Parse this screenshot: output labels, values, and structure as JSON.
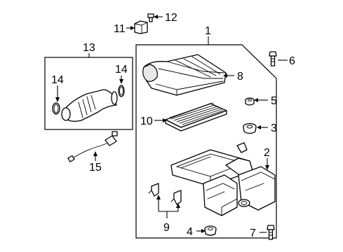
{
  "callouts": {
    "c1": "1",
    "c2": "2",
    "c3": "3",
    "c4": "4",
    "c5": "5",
    "c6": "6",
    "c7": "7",
    "c8": "8",
    "c9": "9",
    "c10": "10",
    "c11": "11",
    "c12": "12",
    "c13": "13",
    "c14a": "14",
    "c14b": "14",
    "c15": "15"
  }
}
